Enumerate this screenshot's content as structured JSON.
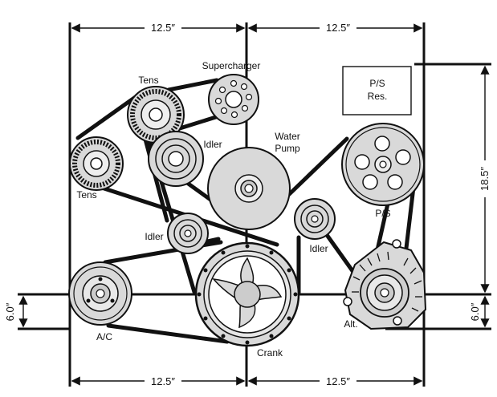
{
  "dimensions": {
    "top_left": "12.5″",
    "top_right": "12.5″",
    "bottom_left": "12.5″",
    "bottom_right": "12.5″",
    "right_height": "18.5″",
    "left_offset": "6.0″",
    "right_offset": "6.0″"
  },
  "components": {
    "supercharger": "Supercharger",
    "tens_upper": "Tens",
    "tens_left": "Tens",
    "idler_upper": "Idler",
    "water_pump_line1": "Water",
    "water_pump_line2": "Pump",
    "ps_res_line1": "P/S",
    "ps_res_line2": "Res.",
    "ps_pump": "P/S",
    "idler_right": "Idler",
    "idler_mid": "Idler",
    "ac": "A/C",
    "crank": "Crank",
    "alternator": "Alt."
  },
  "colors": {
    "line": "#111111",
    "pulley_fill": "#d9d9d9",
    "pulley_dark": "#bfbfbf",
    "background": "#ffffff"
  }
}
